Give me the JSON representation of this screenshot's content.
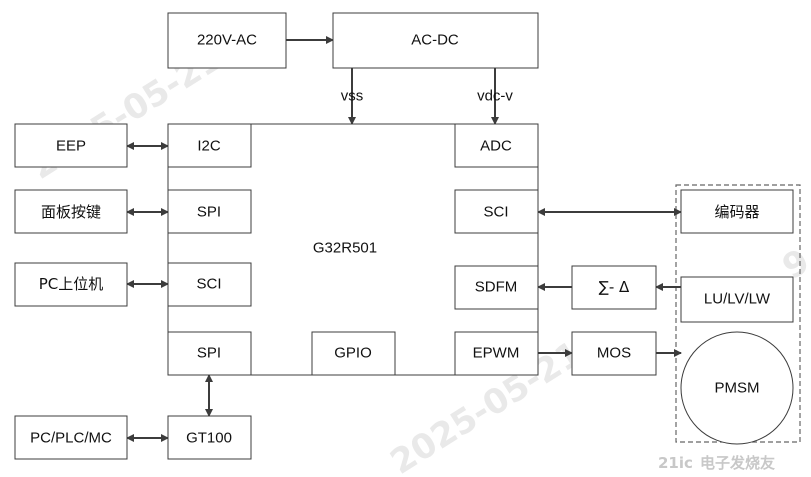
{
  "diagram": {
    "blocks": {
      "ac_source": "220V-AC",
      "ac_dc": "AC-DC",
      "eep": "EEP",
      "panel_keys": "面板按键",
      "pc_host": "PC上位机",
      "pc_plc_mc": "PC/PLC/MC",
      "i2c": "I2C",
      "spi_top": "SPI",
      "sci_left": "SCI",
      "spi_bottom": "SPI",
      "gpio": "GPIO",
      "mcu": "G32R501",
      "adc": "ADC",
      "sci_right": "SCI",
      "sdfm": "SDFM",
      "epwm": "EPWM",
      "gt100": "GT100",
      "encoder": "编码器",
      "sigma_delta": "∑- Δ",
      "mos": "MOS",
      "phases": "LU/LV/LW",
      "pmsm": "PMSM"
    },
    "signals": {
      "vss": "vss",
      "vdc": "vdc-v"
    }
  },
  "watermarks": [
    "2025-05-21",
    "2025-05-21",
    "9"
  ],
  "logo": {
    "text": "电子发烧友",
    "mark": "21ic"
  }
}
